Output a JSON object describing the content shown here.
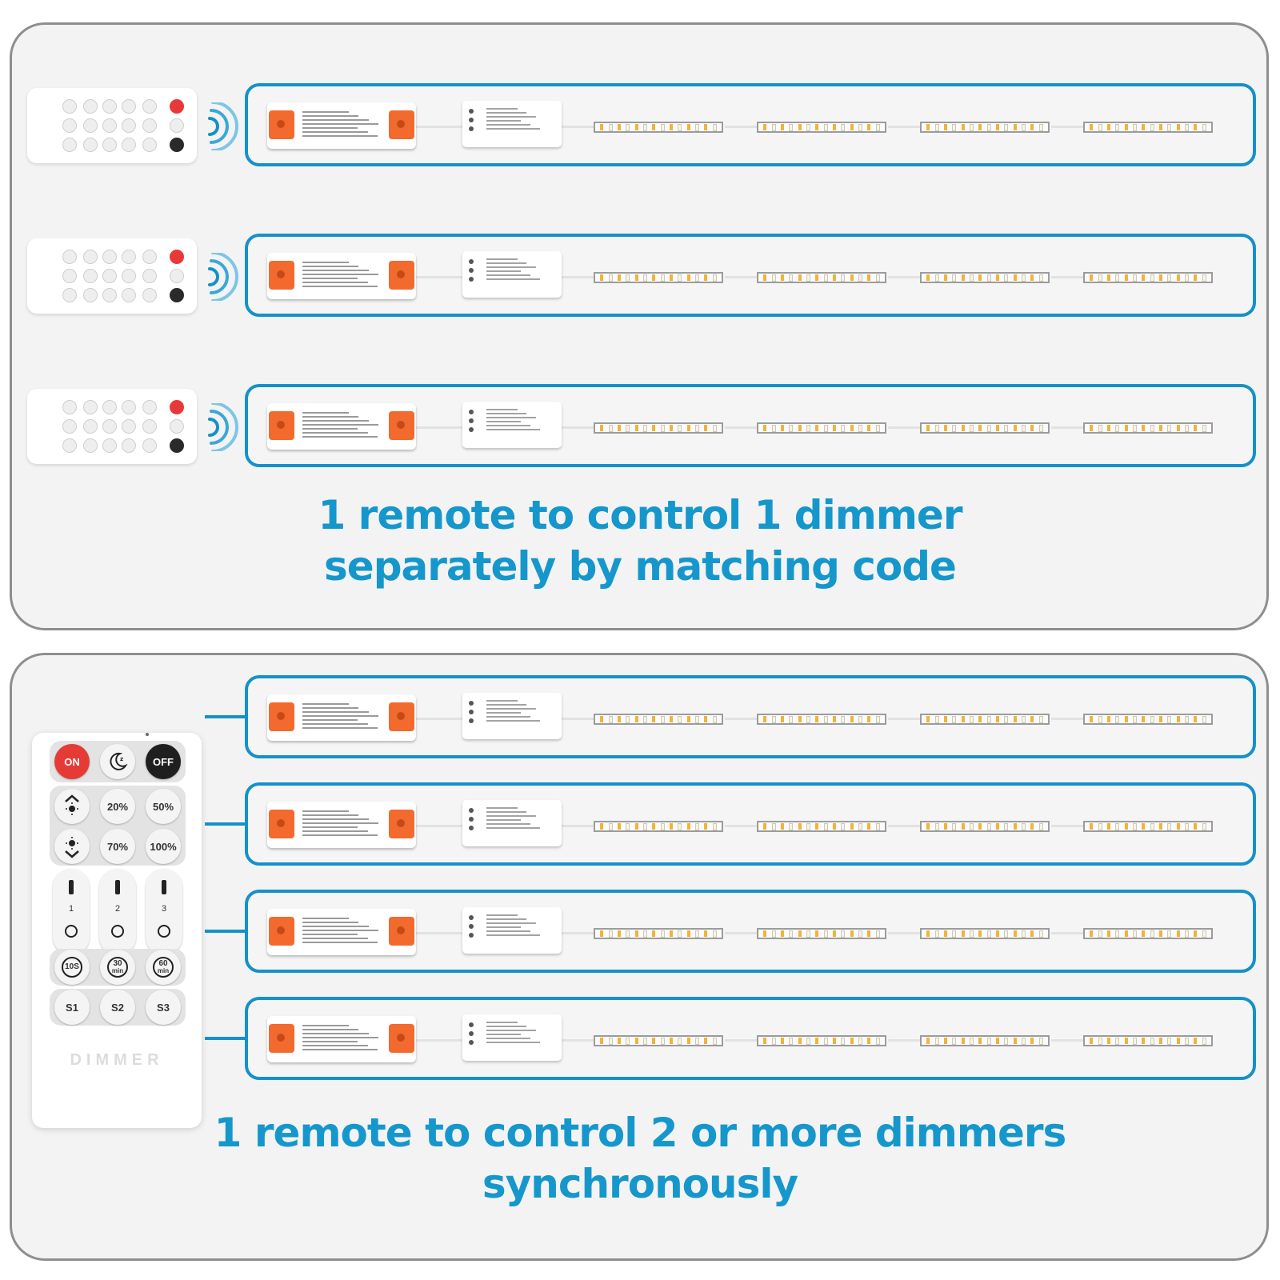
{
  "captions": {
    "top_line1": "1 remote to control 1 dimmer",
    "top_line2": "separately by matching code",
    "bottom_line1": "1 remote to control 2 or more dimmers",
    "bottom_line2": "synchronously"
  },
  "remote": {
    "on": "ON",
    "off": "OFF",
    "night_icon": "moon-icon",
    "b20": "20%",
    "b50": "50%",
    "b70": "70%",
    "b100": "100%",
    "zone1": "1",
    "zone2": "2",
    "zone3": "3",
    "t10": "10S",
    "t30": "30",
    "t60": "60",
    "t_unit": "min",
    "s1": "S1",
    "s2": "S2",
    "s3": "S3",
    "brand": "DIMMER"
  },
  "colors": {
    "accent": "#1591c8",
    "caption": "#1597cc",
    "psu_cap": "#f26a2e",
    "on_button": "#e53a36",
    "led": "#f2b33b"
  }
}
